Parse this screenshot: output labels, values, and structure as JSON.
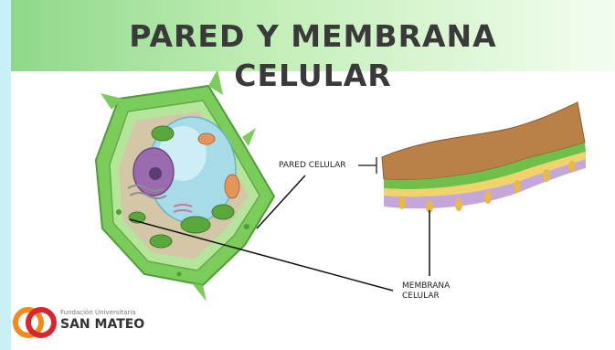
{
  "slide": {
    "title_line1": "PARED Y MEMBRANA",
    "title_line2": "CELULAR"
  },
  "labels": {
    "cell_wall": "PARED CELULAR",
    "membrane_line1": "MEMBRANA",
    "membrane_line2": "CELULAR"
  },
  "logo": {
    "small_text": "Fundación Universitaria",
    "big_text": "SAN MATEO"
  },
  "colors": {
    "title_text": "#3a3a3a",
    "header_green": "#8fd889",
    "side_bar": "#c7f0f7",
    "cell_wall_green": "#7ccc5c",
    "vacuole_blue": "#a7dbe7",
    "nucleus_purple": "#9b6bb0",
    "layer_brown": "#b98048",
    "logo_orange": "#f28a1c",
    "logo_red": "#d8262e"
  }
}
